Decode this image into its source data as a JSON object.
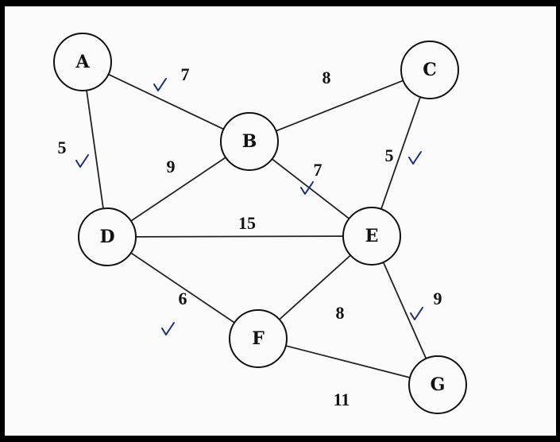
{
  "graph": {
    "nodes": [
      {
        "id": "A",
        "label": "A"
      },
      {
        "id": "B",
        "label": "B"
      },
      {
        "id": "C",
        "label": "C"
      },
      {
        "id": "D",
        "label": "D"
      },
      {
        "id": "E",
        "label": "E"
      },
      {
        "id": "F",
        "label": "F"
      },
      {
        "id": "G",
        "label": "G"
      }
    ],
    "edges": [
      {
        "from": "A",
        "to": "B",
        "weight": "7",
        "checked": true
      },
      {
        "from": "B",
        "to": "C",
        "weight": "8",
        "checked": false
      },
      {
        "from": "A",
        "to": "D",
        "weight": "5",
        "checked": true
      },
      {
        "from": "B",
        "to": "D",
        "weight": "9",
        "checked": false
      },
      {
        "from": "B",
        "to": "E",
        "weight": "7",
        "checked": true
      },
      {
        "from": "C",
        "to": "E",
        "weight": "5",
        "checked": true
      },
      {
        "from": "D",
        "to": "E",
        "weight": "15",
        "checked": false
      },
      {
        "from": "D",
        "to": "F",
        "weight": "6",
        "checked": true
      },
      {
        "from": "E",
        "to": "F",
        "weight": "8",
        "checked": false
      },
      {
        "from": "E",
        "to": "G",
        "weight": "9",
        "checked": true
      },
      {
        "from": "F",
        "to": "G",
        "weight": "11",
        "checked": false
      }
    ]
  },
  "colors": {
    "line": "#222222",
    "node_stroke": "#111111",
    "node_fill": "#fbfbfb",
    "checkmark": "#1a2f7a"
  }
}
